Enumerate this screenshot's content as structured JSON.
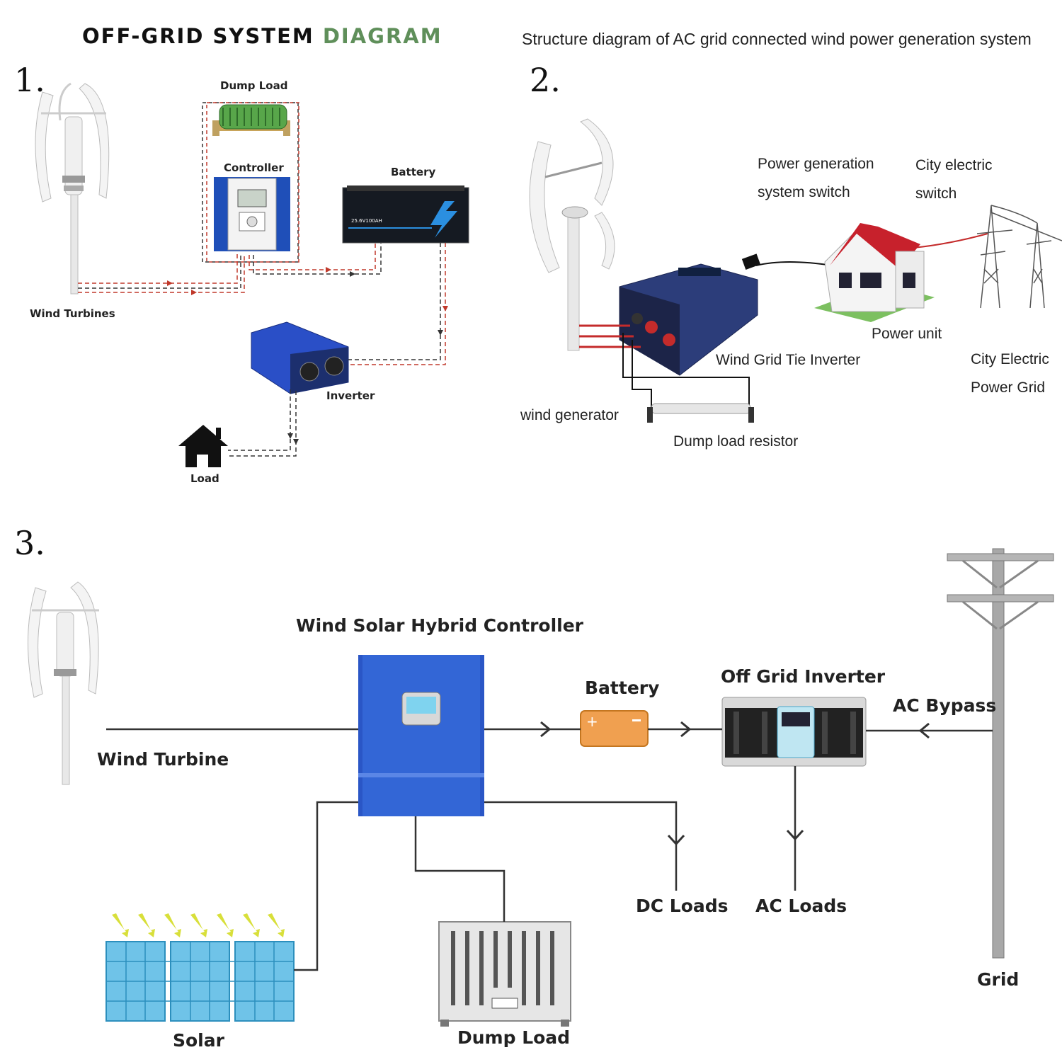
{
  "section1": {
    "number": "1.",
    "title_part1": "OFF-GRID SYSTEM ",
    "title_part2": "DIAGRAM",
    "labels": {
      "dump_load": "Dump Load",
      "controller": "Controller",
      "battery": "Battery",
      "wind_turbines": "Wind Turbines",
      "inverter": "Inverter",
      "load": "Load"
    },
    "battery_text": "25.6V100AH"
  },
  "section2": {
    "number": "2.",
    "title": "Structure diagram of AC grid connected wind power generation system",
    "labels": {
      "power_switch_line1": "Power generation",
      "power_switch_line2": "system switch",
      "city_switch_line1": "City electric",
      "city_switch_line2": "switch",
      "power_unit": "Power unit",
      "inverter": "Wind Grid Tie Inverter",
      "city_grid_line1": "City Electric",
      "city_grid_line2": "Power Grid",
      "wind_generator": "wind generator",
      "dump_resistor": "Dump load resistor"
    }
  },
  "section3": {
    "number": "3.",
    "labels": {
      "controller": "Wind Solar Hybrid Controller",
      "battery": "Battery",
      "inverter": "Off Grid Inverter",
      "ac_bypass": "AC Bypass",
      "wind_turbine": "Wind Turbine",
      "dc_loads": "DC Loads",
      "ac_loads": "AC Loads",
      "solar": "Solar",
      "dump_load": "Dump Load",
      "grid": "Grid"
    }
  },
  "colors": {
    "green_title": "#5f8f5a",
    "red_dashed": "#c0392b",
    "controller_blue": "#2a56c6",
    "battery_orange": "#f0a050",
    "solar_blue": "#6fc3e8"
  }
}
